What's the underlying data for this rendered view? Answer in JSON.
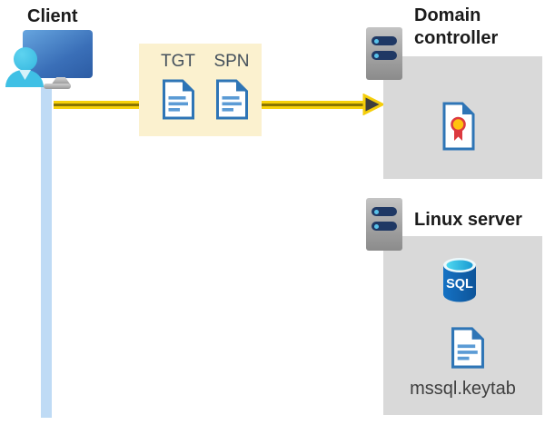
{
  "client": {
    "label": "Client"
  },
  "tickets": {
    "items": [
      {
        "label": "TGT"
      },
      {
        "label": "SPN"
      }
    ]
  },
  "domain_controller": {
    "label": "Domain controller"
  },
  "linux_server": {
    "label": "Linux server",
    "database_label": "SQL",
    "keytab_label": "mssql.keytab"
  },
  "icons": {
    "client": "person-at-monitor-icon",
    "servers": "server-icon",
    "tickets": "document-icon",
    "domain_controller_content": "certificate-icon",
    "linux_server_content": [
      "sql-database-icon",
      "document-icon"
    ],
    "flow": "yellow-right-arrow"
  },
  "colors": {
    "accent_yellow": "#F8D10A",
    "arrow_stripe": "#8A7500",
    "arrowhead_fill": "#3E3E3E",
    "ticket_box_bg": "#FBF1CF",
    "panel_gray": "#D9D9D9",
    "doc_blue": "#2E75B6",
    "doc_line_blue": "#5B9BD5",
    "timeline_blue": "#BFDBF5",
    "server_navy": "#1F3864",
    "server_dot_cyan": "#59C2EA",
    "sql_body_blue": "#0E64AE",
    "sql_top_cyan": "#45D1EC",
    "cert_red": "#DC3A3F",
    "cert_gold": "#FFC20E",
    "person_cyan": "#3FC0E5",
    "monitor_blue": "#3A70BC",
    "label_dark": "#1B1B1B",
    "ticket_label_color": "#44505C"
  }
}
